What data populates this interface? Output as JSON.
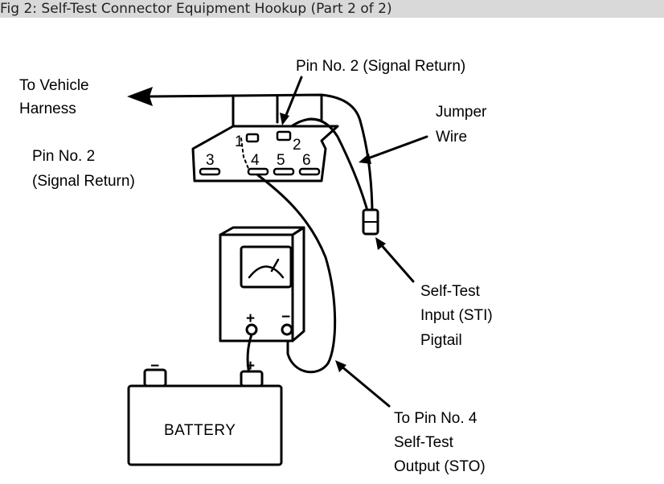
{
  "title": "Fig 2: Self-Test Connector Equipment Hookup (Part 2 of 2)",
  "labels": {
    "to_vehicle": [
      "To Vehicle",
      "Harness"
    ],
    "pin2_top": "Pin No. 2 (Signal Return)",
    "pin2_left": [
      "Pin No. 2",
      "(Signal Return)"
    ],
    "jumper": [
      "Jumper",
      "Wire"
    ],
    "sti": [
      "Self-Test",
      "Input (STI)",
      "Pigtail"
    ],
    "sto": [
      "To Pin No. 4",
      "Self-Test",
      "Output (STO)"
    ]
  },
  "connector": {
    "pin_numbers": [
      "1",
      "2",
      "3",
      "4",
      "5",
      "6"
    ]
  },
  "meter": {
    "plus_symbol": "+",
    "minus_symbol": "−"
  },
  "battery": {
    "label": "BATTERY",
    "plus_symbol": "+",
    "minus_symbol": "−"
  }
}
